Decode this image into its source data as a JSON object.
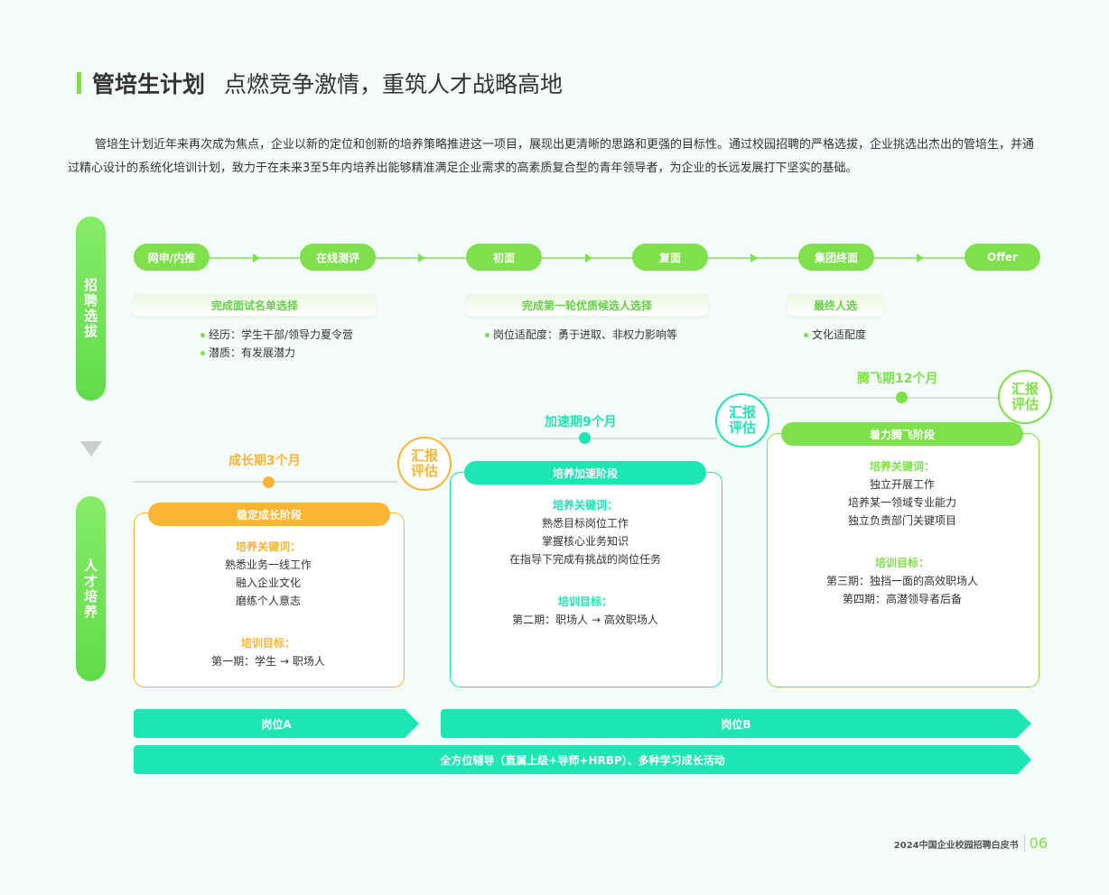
{
  "header": {
    "title": "管培生计划",
    "subtitle": "点燃竞争激情，重筑人才战略高地"
  },
  "intro": "管培生计划近年来再次成为焦点，企业以新的定位和创新的培养策略推进这一项目，展现出更清晰的思路和更强的目标性。通过校园招聘的严格选拔，企业挑选出杰出的管培生，并通过精心设计的系统化培训计划，致力于在未来3至5年内培养出能够精准满足企业需求的高素质复合型的青年领导者，为企业的长远发展打下坚实的基础。",
  "side_labels": {
    "recruit": "招聘选拔",
    "train": "人才培养"
  },
  "recruitment": {
    "steps": [
      "网申/内推",
      "在线测评",
      "初面",
      "复面",
      "集团终面",
      "Offer"
    ],
    "selections": [
      {
        "label": "完成面试名单选择",
        "bullets": [
          "经历：学生干部/领导力夏令营",
          "潜质：有发展潜力"
        ]
      },
      {
        "label": "完成第一轮优质候选人选择",
        "bullets": [
          "岗位适配度：勇于进取、非权力影响等"
        ]
      },
      {
        "label": "最终人选",
        "bullets": [
          "文化适配度"
        ]
      }
    ]
  },
  "timeline": {
    "periods": [
      "成长期3个月",
      "加速期9个月",
      "腾飞期12个月"
    ],
    "evaluation": "汇报评估",
    "eval_line1": "汇报",
    "eval_line2": "评估"
  },
  "stages": [
    {
      "title": "稳定成长阶段",
      "kw_title": "培养关键词：",
      "keywords": [
        "熟悉业务一线工作",
        "融入企业文化",
        "磨练个人意志"
      ],
      "goal_title": "培训目标：",
      "goals": [
        "第一期：学生 → 职场人"
      ]
    },
    {
      "title": "培养加速阶段",
      "kw_title": "培养关键词：",
      "keywords": [
        "熟悉目标岗位工作",
        "掌握核心业务知识",
        "在指导下完成有挑战的岗位任务"
      ],
      "goal_title": "培训目标：",
      "goals": [
        "第二期：职场人 → 高效职场人"
      ]
    },
    {
      "title": "着力腾飞阶段",
      "kw_title": "培养关键词：",
      "keywords": [
        "独立开展工作",
        "培养某一领域专业能力",
        "独立负责部门关键项目"
      ],
      "goal_title": "培训目标：",
      "goals": [
        "第三期：独挡一面的高效职场人",
        "第四期：高潜领导者后备"
      ]
    }
  ],
  "bars": {
    "post_a": "岗位A",
    "post_b": "岗位B",
    "mentoring": "全方位辅导（直属上级+导师+HRBP）、多种学习成长活动"
  },
  "footer": {
    "text": "2024中国企业校园招聘白皮书",
    "page": "06"
  },
  "colors": {
    "green": "#7ee04a",
    "orange": "#fbb534",
    "teal": "#1ee6b2"
  }
}
